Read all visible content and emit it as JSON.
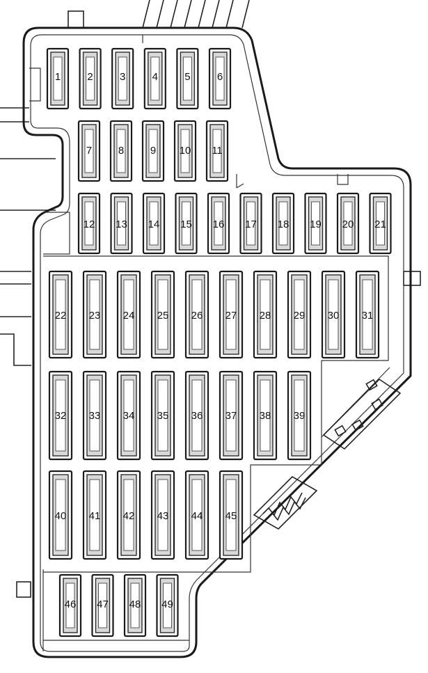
{
  "fuse_box": {
    "fuses": [
      {
        "label": "1"
      },
      {
        "label": "2"
      },
      {
        "label": "3"
      },
      {
        "label": "4"
      },
      {
        "label": "5"
      },
      {
        "label": "6"
      },
      {
        "label": "7"
      },
      {
        "label": "8"
      },
      {
        "label": "9"
      },
      {
        "label": "10"
      },
      {
        "label": "11"
      },
      {
        "label": "12"
      },
      {
        "label": "13"
      },
      {
        "label": "14"
      },
      {
        "label": "15"
      },
      {
        "label": "16"
      },
      {
        "label": "17"
      },
      {
        "label": "18"
      },
      {
        "label": "19"
      },
      {
        "label": "20"
      },
      {
        "label": "21"
      },
      {
        "label": "22"
      },
      {
        "label": "23"
      },
      {
        "label": "24"
      },
      {
        "label": "25"
      },
      {
        "label": "26"
      },
      {
        "label": "27"
      },
      {
        "label": "28"
      },
      {
        "label": "29"
      },
      {
        "label": "30"
      },
      {
        "label": "31"
      },
      {
        "label": "32"
      },
      {
        "label": "33"
      },
      {
        "label": "34"
      },
      {
        "label": "35"
      },
      {
        "label": "36"
      },
      {
        "label": "37"
      },
      {
        "label": "38"
      },
      {
        "label": "39"
      },
      {
        "label": "40"
      },
      {
        "label": "41"
      },
      {
        "label": "42"
      },
      {
        "label": "43"
      },
      {
        "label": "44"
      },
      {
        "label": "45"
      },
      {
        "label": "46"
      },
      {
        "label": "47"
      },
      {
        "label": "48"
      },
      {
        "label": "49"
      }
    ]
  }
}
